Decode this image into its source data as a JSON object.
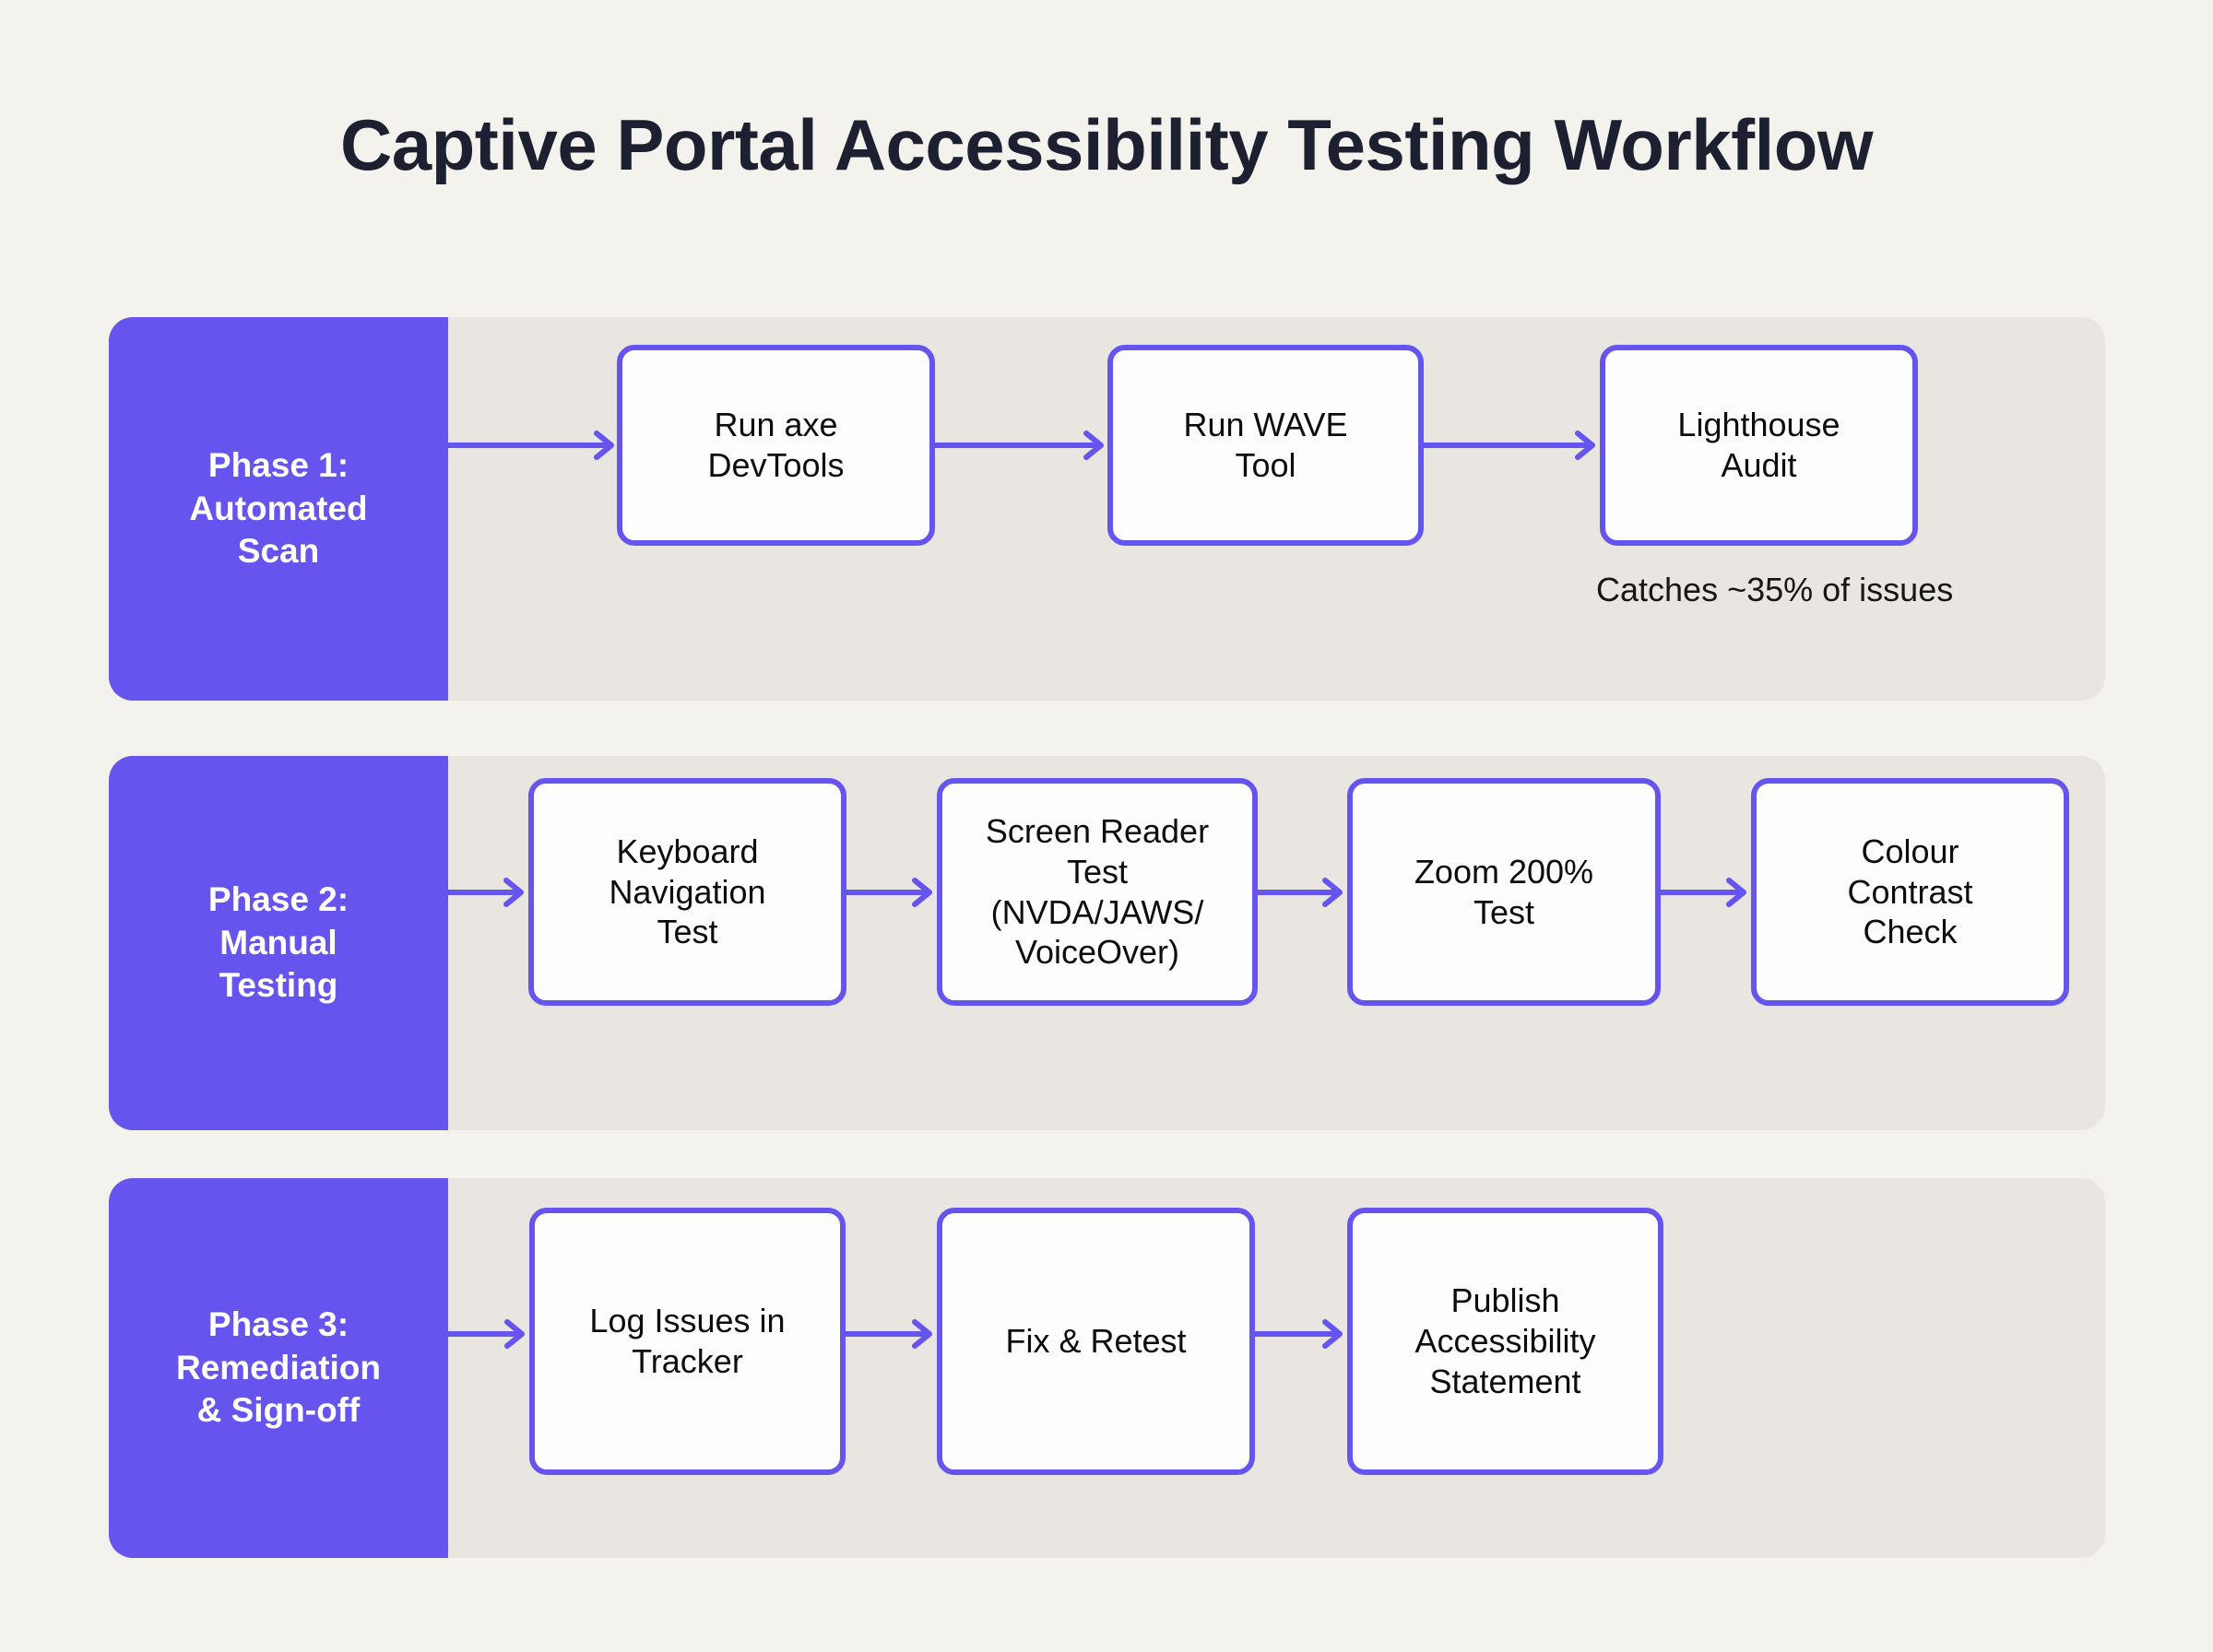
{
  "title": "Captive Portal Accessibility Testing Workflow",
  "theme": {
    "page_background": "#f4f2ed",
    "row_background": "#e9e5e1",
    "accent_purple": "#6554ed",
    "box_background": "#fdfdfd",
    "title_color": "#1c2030",
    "label_text_color": "#ffffff",
    "box_text_color": "#0d0d0d"
  },
  "phases": [
    {
      "label": "Phase 1:\nAutomated\nScan",
      "steps": [
        {
          "label": "Run axe\nDevTools"
        },
        {
          "label": "Run WAVE\nTool"
        },
        {
          "label": "Lighthouse\nAudit"
        }
      ],
      "caption": "Catches ~35% of issues"
    },
    {
      "label": "Phase 2:\nManual\nTesting",
      "steps": [
        {
          "label": "Keyboard\nNavigation\nTest"
        },
        {
          "label": "Screen Reader\nTest\n(NVDA/JAWS/\nVoiceOver)"
        },
        {
          "label": "Zoom 200%\nTest"
        },
        {
          "label": "Colour\nContrast\nCheck"
        }
      ],
      "caption": ""
    },
    {
      "label": "Phase 3:\nRemediation\n& Sign-off",
      "steps": [
        {
          "label": "Log Issues in\nTracker"
        },
        {
          "label": "Fix & Retest"
        },
        {
          "label": "Publish\nAccessibility\nStatement"
        }
      ],
      "caption": ""
    }
  ]
}
